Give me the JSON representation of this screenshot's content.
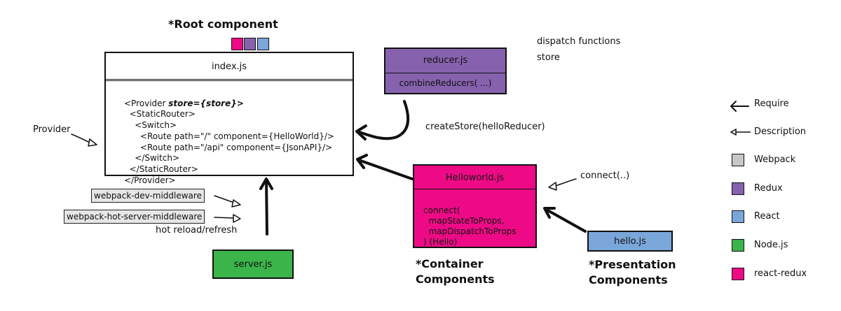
{
  "colors": {
    "webpack": "#c7c7c7",
    "redux": "#8661ad",
    "react": "#7aa6da",
    "nodejs": "#3bb54a",
    "react_redux": "#ee0a86"
  },
  "root_component": {
    "heading": "*Root component",
    "title": "index.js",
    "code_lines": [
      "<Provider ",
      "store={store}>",
      "  <StaticRouter>",
      "    <Switch>",
      "      <Route path=\"/\" component={HelloWorld}/>",
      "      <Route path=\"/api\" component={JsonAPI}/>",
      "    </Switch>",
      "  </StaticRouter>",
      "</Provider>"
    ]
  },
  "reducer": {
    "title": "reducer.js",
    "body": "combineReducers( ...)"
  },
  "side_notes": {
    "dispatch_functions": "dispatch functions",
    "store": "store",
    "provider": "Provider",
    "create_store": "createStore(helloReducer)",
    "connect": "connect(..)",
    "hot_reload": "hot reload/refresh"
  },
  "middleware": {
    "dev": "webpack-dev-middleware",
    "hot": "webpack-hot-server-middleware"
  },
  "server": {
    "title": "server.js"
  },
  "helloworld": {
    "title": "Helloworld.js",
    "code_lines": [
      "connect(",
      "  mapStateToProps,",
      "  mapDispatchToProps",
      ") (Hello)"
    ],
    "caption_line1": "*Container",
    "caption_line2": "Components"
  },
  "hello": {
    "title": "hello.js",
    "caption_line1": "*Presentation",
    "caption_line2": "Components"
  },
  "legend": {
    "require": "Require",
    "description": "Description",
    "webpack": "Webpack",
    "redux": "Redux",
    "react": "React",
    "nodejs": "Node.js",
    "react_redux": "react-redux"
  }
}
